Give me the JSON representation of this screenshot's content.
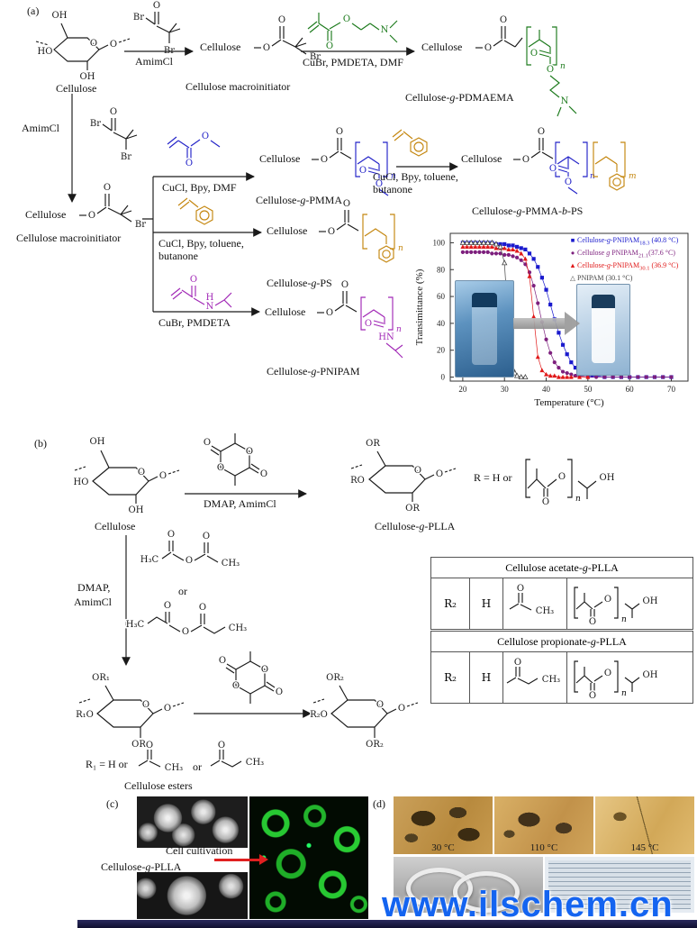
{
  "figure": {
    "watermark": "www.ilschem.cn"
  },
  "atoms": {
    "OH": "OH",
    "HO": "HO",
    "O": "O",
    "Br": "Br",
    "N": "N",
    "H": "H",
    "HN": "HN",
    "H3C": "H₃C",
    "CH3": "CH₃",
    "n": "n",
    "m": "m",
    "OR": "OR",
    "RO": "RO",
    "OR1": "OR₁",
    "OR2": "OR₂",
    "R1O": "R₁O",
    "R2O": "R₂O",
    "R2": "R₂",
    "R_eq": "R = H or",
    "R1_eq": "R₁ = H or"
  },
  "panel_a": {
    "tag": "(a)",
    "cellulose": "Cellulose",
    "amimcl": "AmimCl",
    "macroinitiator": "Cellulose macroinitiator",
    "cubr_pmdeta_dmf": "CuBr, PMDETA, DMF",
    "pdmaema": "Cellulose-g-PDMAEMA",
    "cucl_bpy_dmf": "CuCl, Bpy, DMF",
    "pmma": "Cellulose-g-PMMA",
    "cucl_bpy_toluene": "CuCl, Bpy, toluene,",
    "butanone": "butanone",
    "pmma_b_ps": "Cellulose-g-PMMA-b-PS",
    "ps": "Cellulose-g-PS",
    "cubr_pmdeta": "CuBr, PMDETA",
    "pnipam": "Cellulose-g-PNIPAM"
  },
  "chart_data": {
    "type": "scatter",
    "title": "",
    "xlabel": "Temperature (°C)",
    "ylabel": "Transimittance (%)",
    "xlim": [
      17,
      74
    ],
    "ylim": [
      -3,
      107
    ],
    "xticks": [
      20,
      30,
      40,
      50,
      60,
      70
    ],
    "yticks": [
      0,
      20,
      40,
      60,
      80,
      100
    ],
    "grid": false,
    "legend_position": "top-right",
    "series": [
      {
        "label_main": "Cellulose-g-PNIPAM",
        "label_sub": "18.3",
        "label_temp": " (40.8 °C)",
        "color": "#1a1acd",
        "marker": "square",
        "points": [
          [
            20,
            100
          ],
          [
            21,
            100
          ],
          [
            22,
            100
          ],
          [
            23,
            100
          ],
          [
            24,
            100
          ],
          [
            25,
            100
          ],
          [
            26,
            100
          ],
          [
            27,
            100
          ],
          [
            28,
            99
          ],
          [
            29,
            99
          ],
          [
            30,
            99
          ],
          [
            31,
            98
          ],
          [
            32,
            98
          ],
          [
            33,
            97
          ],
          [
            34,
            96
          ],
          [
            35,
            95
          ],
          [
            36,
            92
          ],
          [
            37,
            88
          ],
          [
            38,
            82
          ],
          [
            39,
            74
          ],
          [
            40,
            65
          ],
          [
            41,
            54
          ],
          [
            42,
            43
          ],
          [
            43,
            33
          ],
          [
            44,
            24
          ],
          [
            45,
            17
          ],
          [
            46,
            11
          ],
          [
            47,
            7
          ],
          [
            48,
            4
          ],
          [
            49,
            3
          ],
          [
            50,
            2
          ],
          [
            51,
            1
          ],
          [
            52,
            1
          ],
          [
            54,
            0
          ],
          [
            56,
            0
          ],
          [
            58,
            0
          ],
          [
            60,
            0
          ],
          [
            62,
            0
          ],
          [
            64,
            0
          ],
          [
            66,
            0
          ],
          [
            68,
            0
          ],
          [
            70,
            0
          ]
        ]
      },
      {
        "label_main": "Cellulose g PNIPAM",
        "label_sub": "21.1",
        "label_temp": "(37.6 °C)",
        "color": "#7d1f7d",
        "marker": "circle",
        "points": [
          [
            20,
            93
          ],
          [
            21,
            93
          ],
          [
            22,
            93
          ],
          [
            23,
            93
          ],
          [
            24,
            93
          ],
          [
            25,
            93
          ],
          [
            26,
            93
          ],
          [
            27,
            92
          ],
          [
            28,
            92
          ],
          [
            29,
            92
          ],
          [
            30,
            91
          ],
          [
            31,
            91
          ],
          [
            32,
            90
          ],
          [
            33,
            89
          ],
          [
            34,
            87
          ],
          [
            35,
            84
          ],
          [
            36,
            78
          ],
          [
            37,
            68
          ],
          [
            38,
            55
          ],
          [
            39,
            41
          ],
          [
            40,
            28
          ],
          [
            41,
            18
          ],
          [
            42,
            11
          ],
          [
            43,
            7
          ],
          [
            44,
            4
          ],
          [
            45,
            3
          ],
          [
            46,
            2
          ],
          [
            47,
            1
          ],
          [
            48,
            1
          ],
          [
            50,
            0
          ],
          [
            52,
            0
          ],
          [
            54,
            0
          ],
          [
            56,
            0
          ],
          [
            58,
            0
          ],
          [
            60,
            0
          ],
          [
            62,
            0
          ],
          [
            64,
            0
          ],
          [
            66,
            0
          ],
          [
            68,
            0
          ],
          [
            70,
            0
          ]
        ]
      },
      {
        "label_main": "Cellulose-g-PNIPAM",
        "label_sub": "30.1",
        "label_temp": " (36.9 °C)",
        "color": "#e01818",
        "marker": "triangle",
        "points": [
          [
            20,
            97
          ],
          [
            21,
            97
          ],
          [
            22,
            97
          ],
          [
            23,
            97
          ],
          [
            24,
            97
          ],
          [
            25,
            97
          ],
          [
            26,
            97
          ],
          [
            27,
            97
          ],
          [
            28,
            96
          ],
          [
            29,
            96
          ],
          [
            30,
            96
          ],
          [
            31,
            95
          ],
          [
            32,
            95
          ],
          [
            33,
            94
          ],
          [
            34,
            92
          ],
          [
            35,
            88
          ],
          [
            36,
            75
          ],
          [
            37,
            45
          ],
          [
            38,
            15
          ],
          [
            39,
            5
          ],
          [
            40,
            2
          ],
          [
            41,
            1
          ],
          [
            42,
            1
          ],
          [
            43,
            0
          ],
          [
            44,
            0
          ],
          [
            45,
            0
          ],
          [
            46,
            0
          ],
          [
            48,
            0
          ],
          [
            50,
            0
          ]
        ]
      },
      {
        "label_main": "PNIPAM",
        "label_sub": "",
        "label_temp": " (30.1 °C)",
        "color": "#444444",
        "marker": "triangle-open",
        "points": [
          [
            20,
            100
          ],
          [
            21,
            100
          ],
          [
            22,
            100
          ],
          [
            23,
            100
          ],
          [
            24,
            100
          ],
          [
            25,
            100
          ],
          [
            26,
            100
          ],
          [
            27,
            100
          ],
          [
            28,
            99
          ],
          [
            29,
            97
          ],
          [
            30,
            85
          ],
          [
            30.5,
            60
          ],
          [
            31,
            32
          ],
          [
            31.5,
            14
          ],
          [
            32,
            6
          ],
          [
            32.5,
            3
          ],
          [
            33,
            1
          ],
          [
            34,
            0
          ],
          [
            35,
            0
          ]
        ]
      }
    ]
  },
  "panel_b": {
    "tag": "(b)",
    "cellulose": "Cellulose",
    "dmap_amimcl": "DMAP, AmimCl",
    "plla": "Cellulose-g-PLLA",
    "dmap": "DMAP,",
    "amimcl": "AmimCl",
    "or": "or",
    "esters": "Cellulose esters",
    "table1_title": "Cellulose acetate-g-PLLA",
    "table2_title": "Cellulose propionate-g-PLLA"
  },
  "panel_c": {
    "tag": "(c)",
    "plla": "Cellulose-g-PLLA",
    "cultivation": "Cell cultivation"
  },
  "panel_d": {
    "tag": "(d)",
    "t1": "30 °C",
    "t2": "110 °C",
    "t3": "145 °C"
  }
}
